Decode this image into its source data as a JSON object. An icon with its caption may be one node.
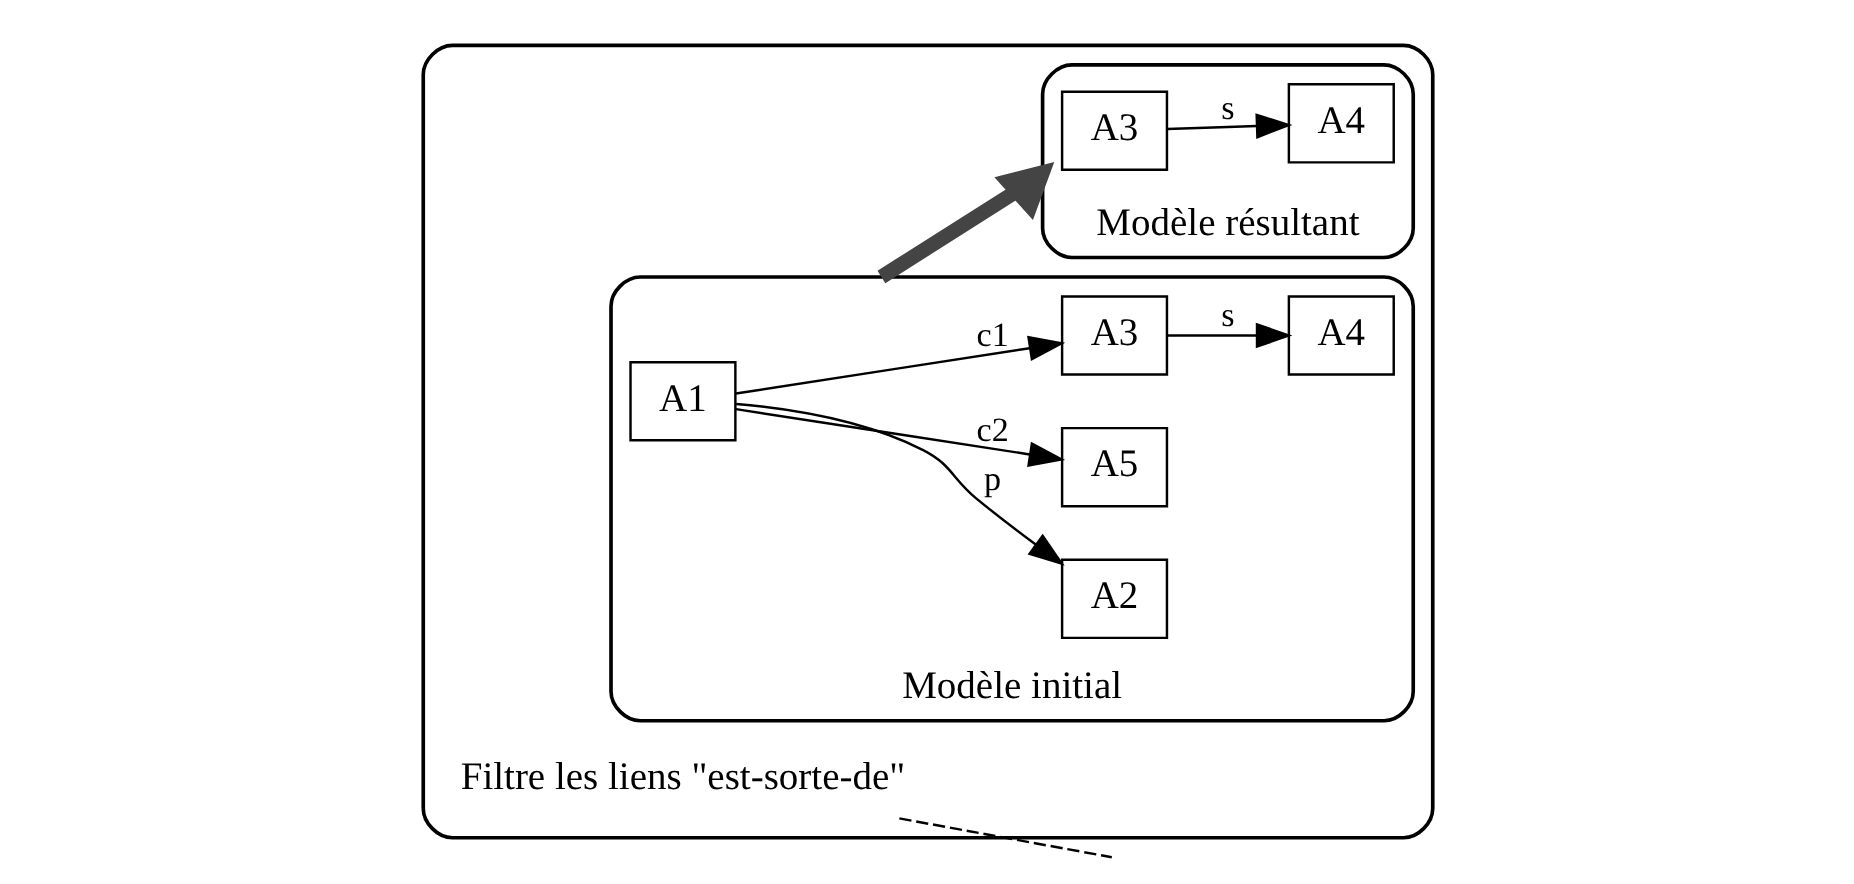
{
  "diagram": {
    "nodes": [
      {
        "text": [],
        "shape": "box"
      },
      {
        "text": [
          "Modèle initial"
        ],
        "in": 0
      },
      {
        "text": [
          "A1"
        ],
        "in": 1
      },
      {
        "text": [
          "A2"
        ],
        "in": 1
      },
      {
        "text": [
          "A5"
        ],
        "in": 1
      },
      {
        "text": [
          "A3"
        ],
        "in": 1
      },
      {
        "text": [
          "A4"
        ],
        "in": 1
      },
      {
        "text": [
          "Modèle résultant"
        ],
        "in": 0
      },
      {
        "text": [
          "A3"
        ],
        "in": 7
      },
      {
        "text": [
          "A4"
        ],
        "in": 7
      },
      {
        "text": [
          "Filtre les liens \"est-sorte-de\""
        ],
        "in": 0
      }
    ],
    "edges": [
      {
        "from": 2,
        "to": 3,
        "arrow": "to",
        "label": "p"
      },
      {
        "from": 2,
        "to": 4,
        "arrow": "to",
        "label": "c2"
      },
      {
        "from": 2,
        "to": 5,
        "arrow": "to",
        "label": "c1"
      },
      {
        "from": 5,
        "to": 6,
        "arrow": "to",
        "label": "s"
      },
      {
        "from": 8,
        "to": 9,
        "arrow": "to",
        "label": "s"
      },
      {
        "from": 1,
        "to": 7,
        "arrow": "to",
        "style": "thick"
      },
      {
        "from": 10,
        "to": null,
        "arrow": "none",
        "style": "dashed"
      }
    ]
  }
}
